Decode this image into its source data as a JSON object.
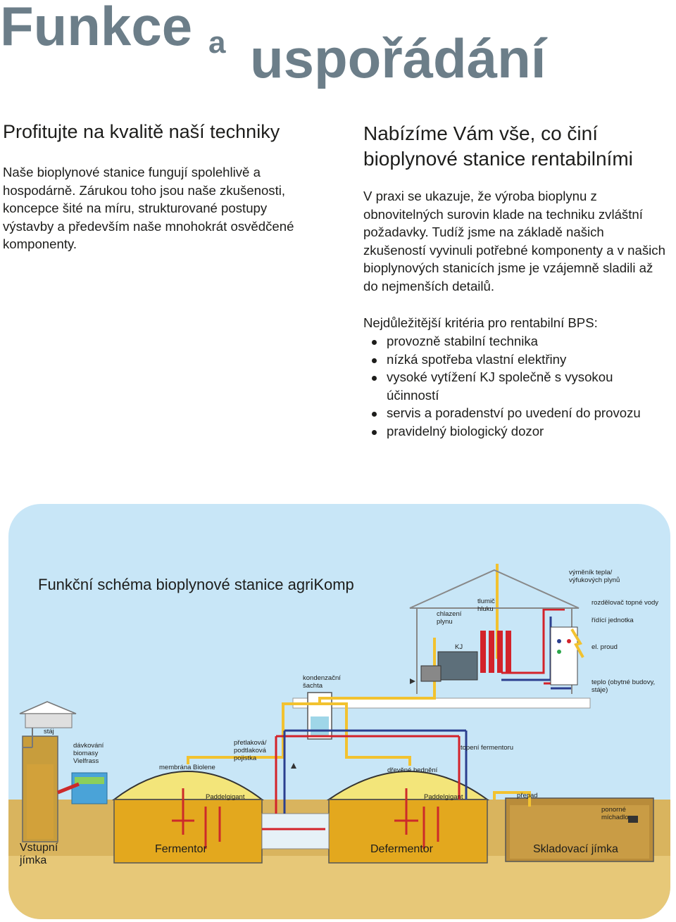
{
  "header": {
    "title_word1": "Funkce",
    "title_connector": "a",
    "title_word2": "uspořádání"
  },
  "left_column": {
    "heading": "Profitujte na kvalitě naší techniky",
    "paragraph": "Naše bioplynové stanice fungují spolehlivě a hospodárně. Zárukou toho jsou naše zkušenosti, koncepce šité na míru, strukturované postupy výstavby a především naše mnohokrát osvědčené komponenty."
  },
  "right_column": {
    "heading": "Nabízíme Vám vše, co činí bioplynové stanice rentabilními",
    "paragraph": "V praxi se ukazuje, že výroba bioplynu z obnovitelných surovin klade na techniku zvláštní požadavky. Tudíž jsme na základě našich zkušeností vyvinuli potřebné komponenty a v našich bioplynových stanicích jsme je vzájemně sladili až do nejmenších detailů.",
    "criteria_title": "Nejdůležitější kritéria pro rentabilní BPS:",
    "criteria": [
      "provozně stabilní technika",
      "nízká spotřeba vlastní elektřiny",
      "vysoké vytížení KJ společně s vysokou účinností",
      "servis a poradenství po uvedení do provozu",
      "pravidelný biologický dozor"
    ]
  },
  "diagram": {
    "title": "Funkční schéma bioplynové stanice agriKomp",
    "labels": {
      "heat_exchanger": "výměník tepla/ výfukových plynů",
      "hot_water_distributor": "rozdělovač topné vody",
      "control_unit": "řídící jednotka",
      "electric_current": "el. proud",
      "heat": "teplo (obytné budovy, stáje)",
      "gas_cooling": "chlazení plynu",
      "silencer": "tlumič hluku",
      "chp": "KJ",
      "condensate_shaft": "kondenzační šachta",
      "stable": "stáj",
      "biomass_dosing": "dávkování biomasy Vielfrass",
      "pressure_valve": "přetlaková/ podtlaková pojistka",
      "fermenter_heating": "topení fermentoru",
      "membrane": "membrána Biolene",
      "wooden_floor": "dřevěné bednění",
      "paddle_1": "Paddelgigant",
      "paddle_2": "Paddelgigant",
      "overflow": "přepad",
      "submersible_mixer": "ponorné míchadlo"
    },
    "bottom_labels": {
      "intake_pit": "Vstupní jímka",
      "fermenter": "Fermentor",
      "defermenter": "Defermentor",
      "storage_tank": "Skladovací jímka"
    },
    "colors": {
      "panel_bg": "#c8e6f7",
      "ground": "#d9b45e",
      "substrate": "#e3a81e",
      "gas_pipe": "#f2c230",
      "hot_pipe": "#d3222a",
      "cold_pipe": "#2b3f8f",
      "dome": "#f3e57a"
    }
  }
}
